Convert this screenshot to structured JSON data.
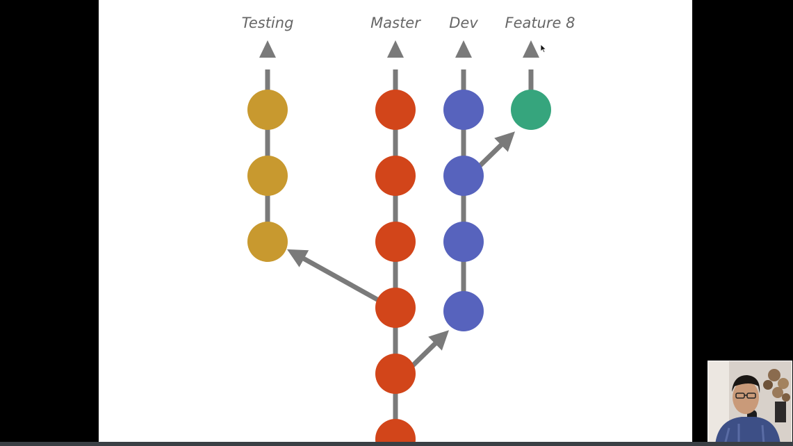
{
  "colors": {
    "testing": "#c8992f",
    "master": "#d2451a",
    "dev": "#5763bd",
    "feature": "#36a57d",
    "connector": "#7a7a7a",
    "label": "#666666"
  },
  "branches": [
    {
      "id": "testing",
      "label": "Testing",
      "commits": 3
    },
    {
      "id": "master",
      "label": "Master",
      "commits": 6
    },
    {
      "id": "dev",
      "label": "Dev",
      "commits": 4
    },
    {
      "id": "feature",
      "label": "Feature 8",
      "commits": 1
    }
  ],
  "webcam": {
    "icon": "presenter-video-icon"
  }
}
